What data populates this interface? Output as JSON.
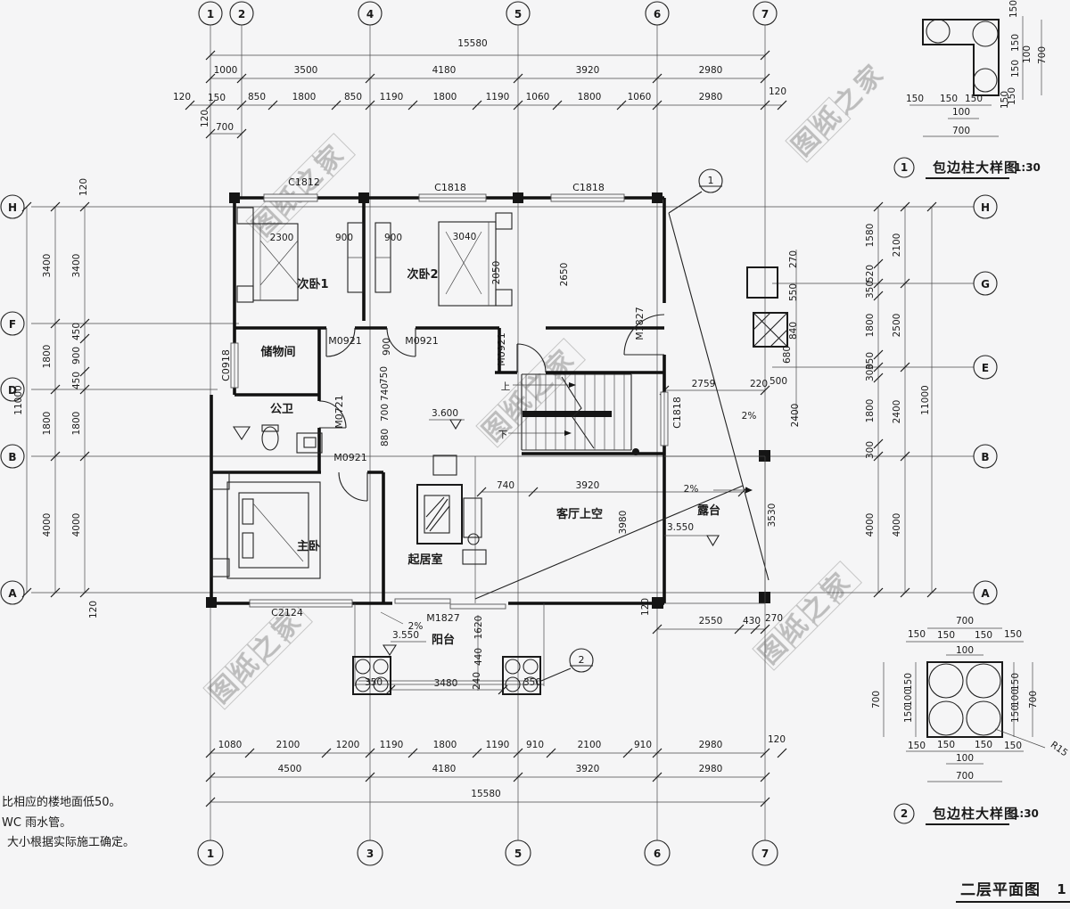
{
  "watermark": {
    "text": "图纸之家"
  },
  "axes": {
    "top": [
      "1",
      "2",
      "4",
      "5",
      "6",
      "7"
    ],
    "bottom": [
      "1",
      "3",
      "5",
      "6",
      "7"
    ],
    "left": [
      "H",
      "F",
      "D",
      "B",
      "A"
    ],
    "right": [
      "H",
      "G",
      "E",
      "B",
      "A"
    ]
  },
  "dims": {
    "top_overall": "15580",
    "top_major": [
      "1000",
      "3500",
      "4180",
      "3920",
      "2980"
    ],
    "top_minor": [
      "120",
      "150",
      "850",
      "1800",
      "850",
      "1190",
      "1800",
      "1190",
      "1060",
      "1800",
      "1060",
      "2980",
      "120"
    ],
    "top_extra_a": "700",
    "top_extra_b": "120",
    "bottom_minor": [
      "1080",
      "2100",
      "1200",
      "1190",
      "1800",
      "1190",
      "910",
      "2100",
      "910",
      "2980",
      "120"
    ],
    "bottom_major": [
      "4500",
      "4180",
      "3920",
      "2980"
    ],
    "bottom_overall": "15580",
    "left_overall": "11000",
    "left_outer": [
      "3400",
      "1800",
      "1800",
      "4000"
    ],
    "left_inner": [
      "3400",
      "450",
      "900",
      "450",
      "1800",
      "4000"
    ],
    "left_edge_top": "120",
    "left_edge_bottom": "120",
    "right_overall": "11000",
    "right_outer": [
      "2100",
      "2500",
      "2400",
      "4000"
    ],
    "right_inner": [
      "1580",
      "520",
      "350",
      "1800",
      "350",
      "300",
      "1800",
      "300",
      "4000"
    ],
    "right_small_v": [
      "270",
      "550",
      "840",
      "680",
      "2400",
      "3530"
    ],
    "right_small_h": [
      "220",
      "500"
    ],
    "right_bottom": [
      "2550",
      "430",
      "270"
    ],
    "corner_120": "120"
  },
  "interior": {
    "a": "2300",
    "b": "900",
    "c": "900",
    "d": "3040",
    "e": "2050",
    "f": "2650",
    "chain": [
      "900",
      "750",
      "740",
      "700",
      "880"
    ],
    "g": "2759",
    "h": "740",
    "i": "3920",
    "j": "3980",
    "k": "3480",
    "l": "350",
    "m": "350",
    "n": "1620",
    "o": "440",
    "p": "240"
  },
  "rooms": {
    "bed1": "次卧1",
    "bed2": "次卧2",
    "storage": "储物间",
    "bath": "公卫",
    "master": "主卧",
    "sitting": "起居室",
    "void": "客厅上空",
    "terrace": "露台",
    "balcony": "阳台"
  },
  "tags": {
    "c1812": "C1812",
    "c1818a": "C1818",
    "c1818b": "C1818",
    "c1818c": "C1818",
    "c0918": "C0918",
    "c2124": "C2124",
    "m0921a": "M0921",
    "m0921b": "M0921",
    "m0921c": "M0921",
    "m0921d": "M0921",
    "m0721": "M0721",
    "m1827a": "M1827",
    "m1827b": "M1827"
  },
  "levels": {
    "hall": "3.600",
    "terrace": "3.550",
    "balcony": "3.550"
  },
  "slope": {
    "a": "2%",
    "b": "2%",
    "c": "2%"
  },
  "stair": {
    "up": "上",
    "down": "下"
  },
  "callouts": {
    "c1": "1",
    "c2": "2"
  },
  "details": {
    "d1": {
      "no": "1",
      "title": "包边柱大样图",
      "scale": "1:30",
      "h": [
        "150",
        "150",
        "150",
        "150"
      ],
      "h_mid": "100",
      "h_total": "700",
      "v": [
        "150",
        "150",
        "150",
        "150"
      ],
      "v_mid": "100",
      "v_total": "700"
    },
    "d2": {
      "no": "2",
      "title": "包边柱大样图",
      "scale": "1:30",
      "top": [
        "150",
        "150",
        "150",
        "150"
      ],
      "top_mid": "100",
      "top_total": "700",
      "bottom": [
        "150",
        "150",
        "150",
        "150"
      ],
      "bottom_mid": "100",
      "bottom_total": "700",
      "left": [
        "150",
        "100",
        "150"
      ],
      "left_total": "700",
      "right": [
        "150",
        "100",
        "150"
      ],
      "right_total": "700",
      "radius": "R15"
    }
  },
  "notes": [
    "比相应的楼地面低50。",
    "WC 雨水管。",
    "大小根据实际施工确定。"
  ],
  "plan_title": {
    "text": "二层平面图",
    "scale": "1"
  }
}
